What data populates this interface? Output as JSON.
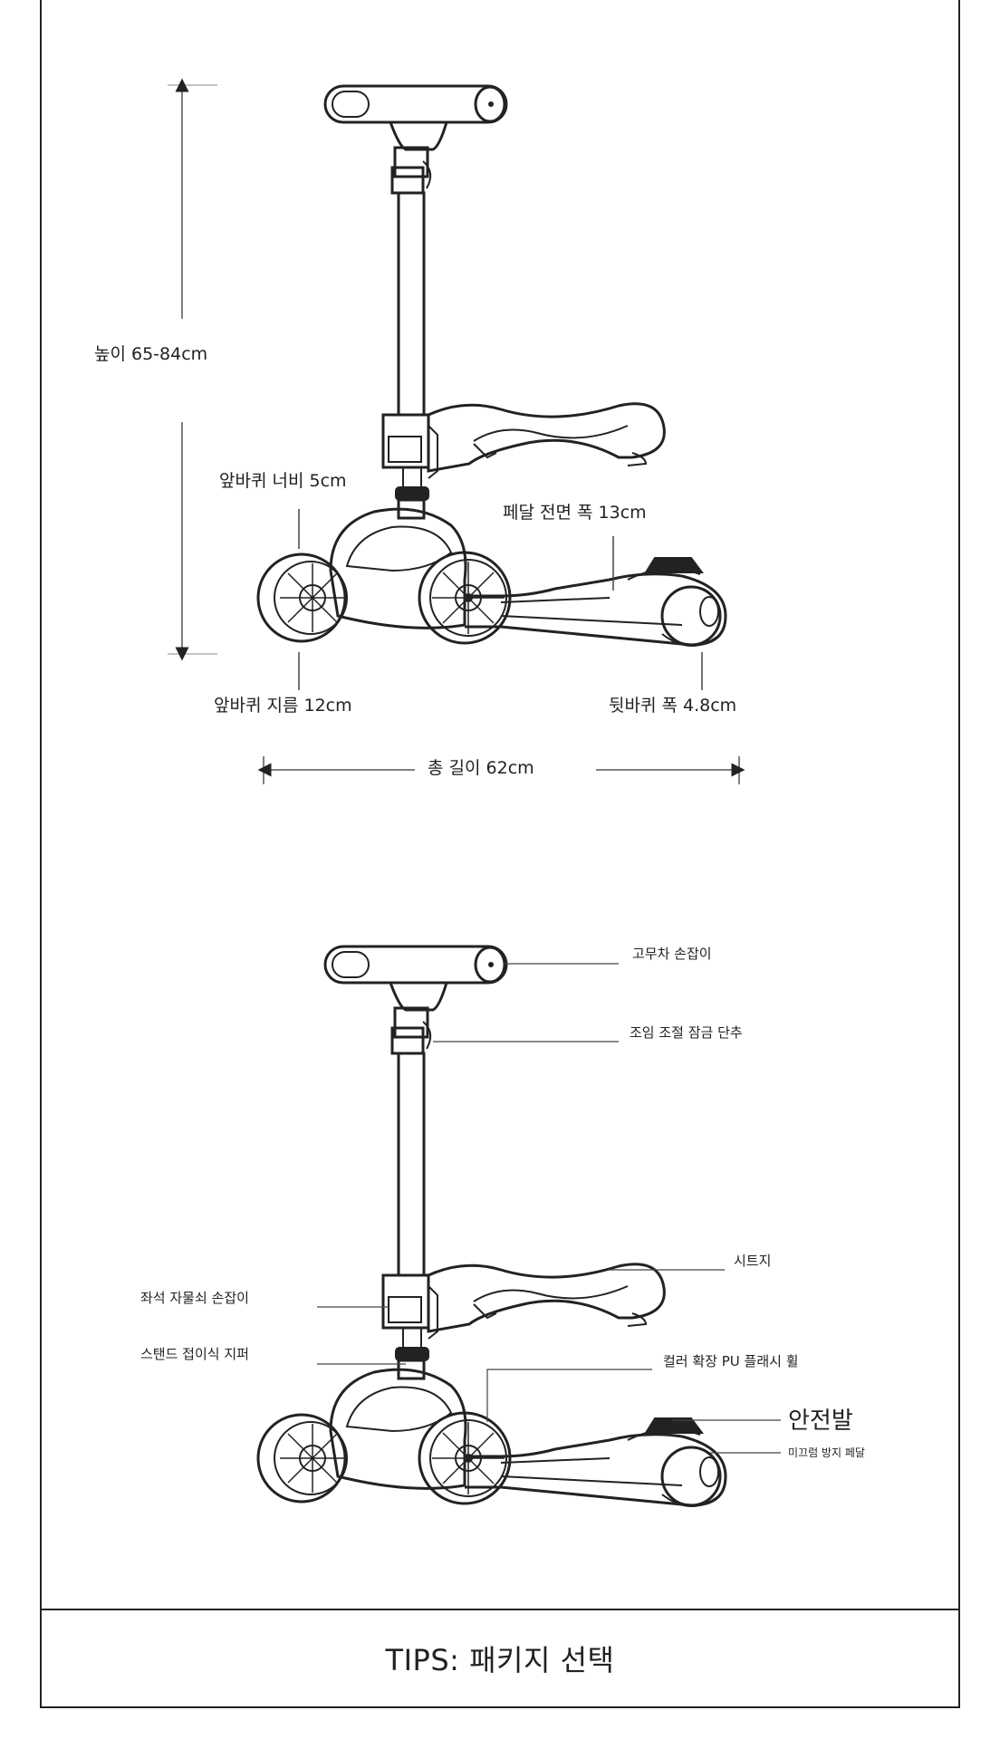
{
  "dimensions": {
    "height": "높이 65-84cm",
    "front_wheel_width": "앞바퀴 너비 5cm",
    "pedal_front_width": "페달 전면 폭 13cm",
    "front_wheel_diameter": "앞바퀴 지름 12cm",
    "rear_wheel_width": "뒷바퀴 폭 4.8cm",
    "total_length": "총 길이 62cm"
  },
  "callouts": {
    "grip": "고무차 손잡이",
    "lock_button": "조임 조절 잠금 단추",
    "seat": "시트지",
    "seat_handle": "좌석 자물쇠 손잡이",
    "stand": "스탠드 접이식 지퍼",
    "wheels": "컬러 확장 PU 플래시 휠",
    "safety_foot": "안전발",
    "anti_slip_pedal": "미끄럼 방지 페달"
  },
  "footer": {
    "tips": "TIPS: 패키지 선택"
  }
}
